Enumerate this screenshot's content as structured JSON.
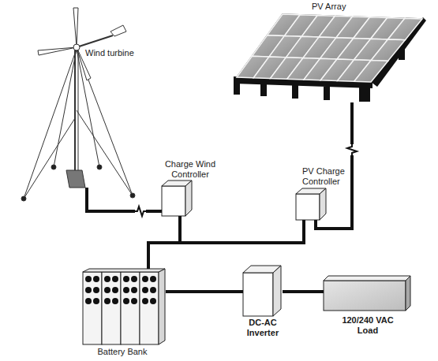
{
  "diagram": {
    "nodes": [
      {
        "text": [
          "PV Array"
        ]
      },
      {
        "text": [
          "Wind turbine"
        ]
      },
      {
        "text": [
          "Charge Wind Controller"
        ]
      },
      {
        "text": [
          "PV Charge Controller"
        ]
      },
      {
        "text": [
          "Battery Bank"
        ]
      },
      {
        "text": [
          "DC-AC Inverter"
        ]
      },
      {
        "text": [
          "120/240 VAC Load"
        ]
      }
    ],
    "edges": [
      {
        "from": 1,
        "to": 2,
        "arrow": "none"
      },
      {
        "from": 0,
        "to": 3,
        "arrow": "none"
      },
      {
        "from": 2,
        "to": 4,
        "arrow": "none"
      },
      {
        "from": 3,
        "to": 4,
        "arrow": "none"
      },
      {
        "from": 4,
        "to": 5,
        "arrow": "none"
      },
      {
        "from": 5,
        "to": 6,
        "arrow": "none"
      }
    ]
  }
}
